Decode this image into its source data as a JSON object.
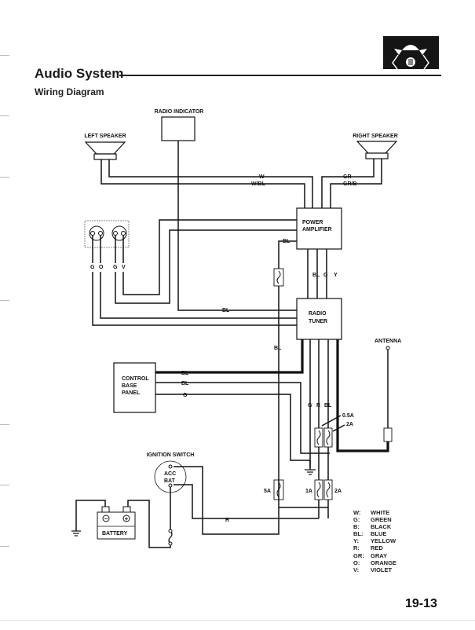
{
  "header": {
    "title": "Audio System",
    "subtitle": "Wiring Diagram",
    "section_icon": "audio-system-icon"
  },
  "components": {
    "radio_indicator": "RADIO INDICATOR",
    "left_speaker": "LEFT SPEAKER",
    "right_speaker": "RIGHT SPEAKER",
    "power_amplifier_line1": "POWER",
    "power_amplifier_line2": "AMPLIFIER",
    "radio_tuner_line1": "RADIO",
    "radio_tuner_line2": "TUNER",
    "antenna": "ANTENNA",
    "control_base_panel_line1": "CONTROL",
    "control_base_panel_line2": "BASE",
    "control_base_panel_line3": "PANEL",
    "ignition_switch": "IGNITION SWITCH",
    "ignition_acc": "ACC",
    "ignition_bat": "BAT",
    "battery": "BATTERY",
    "battery_neg": "−",
    "battery_pos": "+"
  },
  "wire_labels": {
    "w": "W",
    "w_bl": "W/BL",
    "gr": "GR",
    "gr_b": "GR/B",
    "bl": "BL",
    "g": "G",
    "o": "O",
    "v": "V",
    "y": "Y",
    "r": "R"
  },
  "fuses": {
    "f_05a": "0.5A",
    "f_2a_upper": "2A",
    "f_5a": "5A",
    "f_1a": "1A",
    "f_2a_lower": "2A"
  },
  "legend": [
    {
      "code": "W:",
      "color": "WHITE"
    },
    {
      "code": "G:",
      "color": "GREEN"
    },
    {
      "code": "B:",
      "color": "BLACK"
    },
    {
      "code": "BL:",
      "color": "BLUE"
    },
    {
      "code": "Y:",
      "color": "YELLOW"
    },
    {
      "code": "R:",
      "color": "RED"
    },
    {
      "code": "GR:",
      "color": "GRAY"
    },
    {
      "code": "O:",
      "color": "ORANGE"
    },
    {
      "code": "V:",
      "color": "VIOLET"
    }
  ],
  "footer": {
    "page_number": "19-13"
  }
}
